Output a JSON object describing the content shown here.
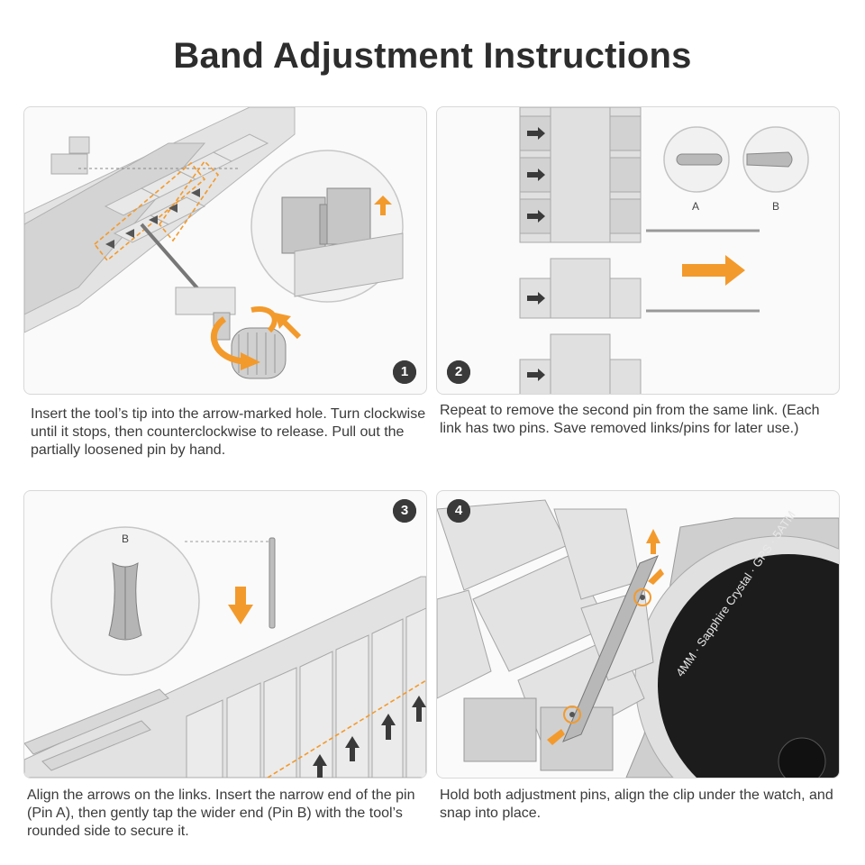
{
  "page": {
    "title": "Band Adjustment Instructions"
  },
  "steps": [
    {
      "number": "1",
      "caption": "Insert the tool’s tip into the arrow-marked hole. Turn clockwise until it stops, then counterclockwise to release. Pull out the partially loosened pin by hand."
    },
    {
      "number": "2",
      "caption": "Repeat to remove the second pin from the same link. (Each link has two pins. Save removed links/pins for later use.)"
    },
    {
      "number": "3",
      "caption": "Align the arrows on the links. Insert the narrow end of the pin (Pin A), then gently tap the wider end (Pin B) with the tool’s rounded side to secure it."
    },
    {
      "number": "4",
      "caption": "Hold both adjustment pins, align the clip under the watch, and snap into place."
    }
  ],
  "pin_labels": {
    "a": "A",
    "b": "B"
  },
  "watch_text": "4MM · Sapphire Crystal · GPS · 5ATM",
  "colors": {
    "accent": "#f39a2c",
    "metal": "#d9d9d9",
    "metal_dark": "#a9a9a9",
    "badge": "#3a3a3a",
    "watch_face": "#1c1c1c"
  }
}
